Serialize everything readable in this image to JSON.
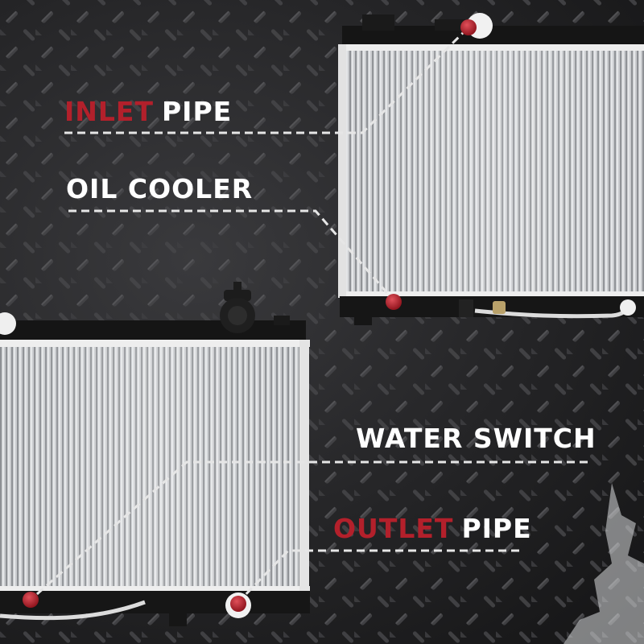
{
  "labels": {
    "inlet_accent": "INLET",
    "inlet_rest": "PIPE",
    "oil_cooler": "OIL COOLER",
    "water_switch": "WATER SWITCH",
    "outlet_accent": "OUTLET",
    "outlet_rest": "PIPE"
  },
  "colors": {
    "accent": "#b3202b",
    "label_text": "#ffffff",
    "leader_line": "#e6e6e6",
    "background": "#2b2b2d"
  },
  "icons": [
    "diamond-plate-pattern",
    "radiator-core",
    "radiator-cap",
    "hose-fitting-marker"
  ]
}
